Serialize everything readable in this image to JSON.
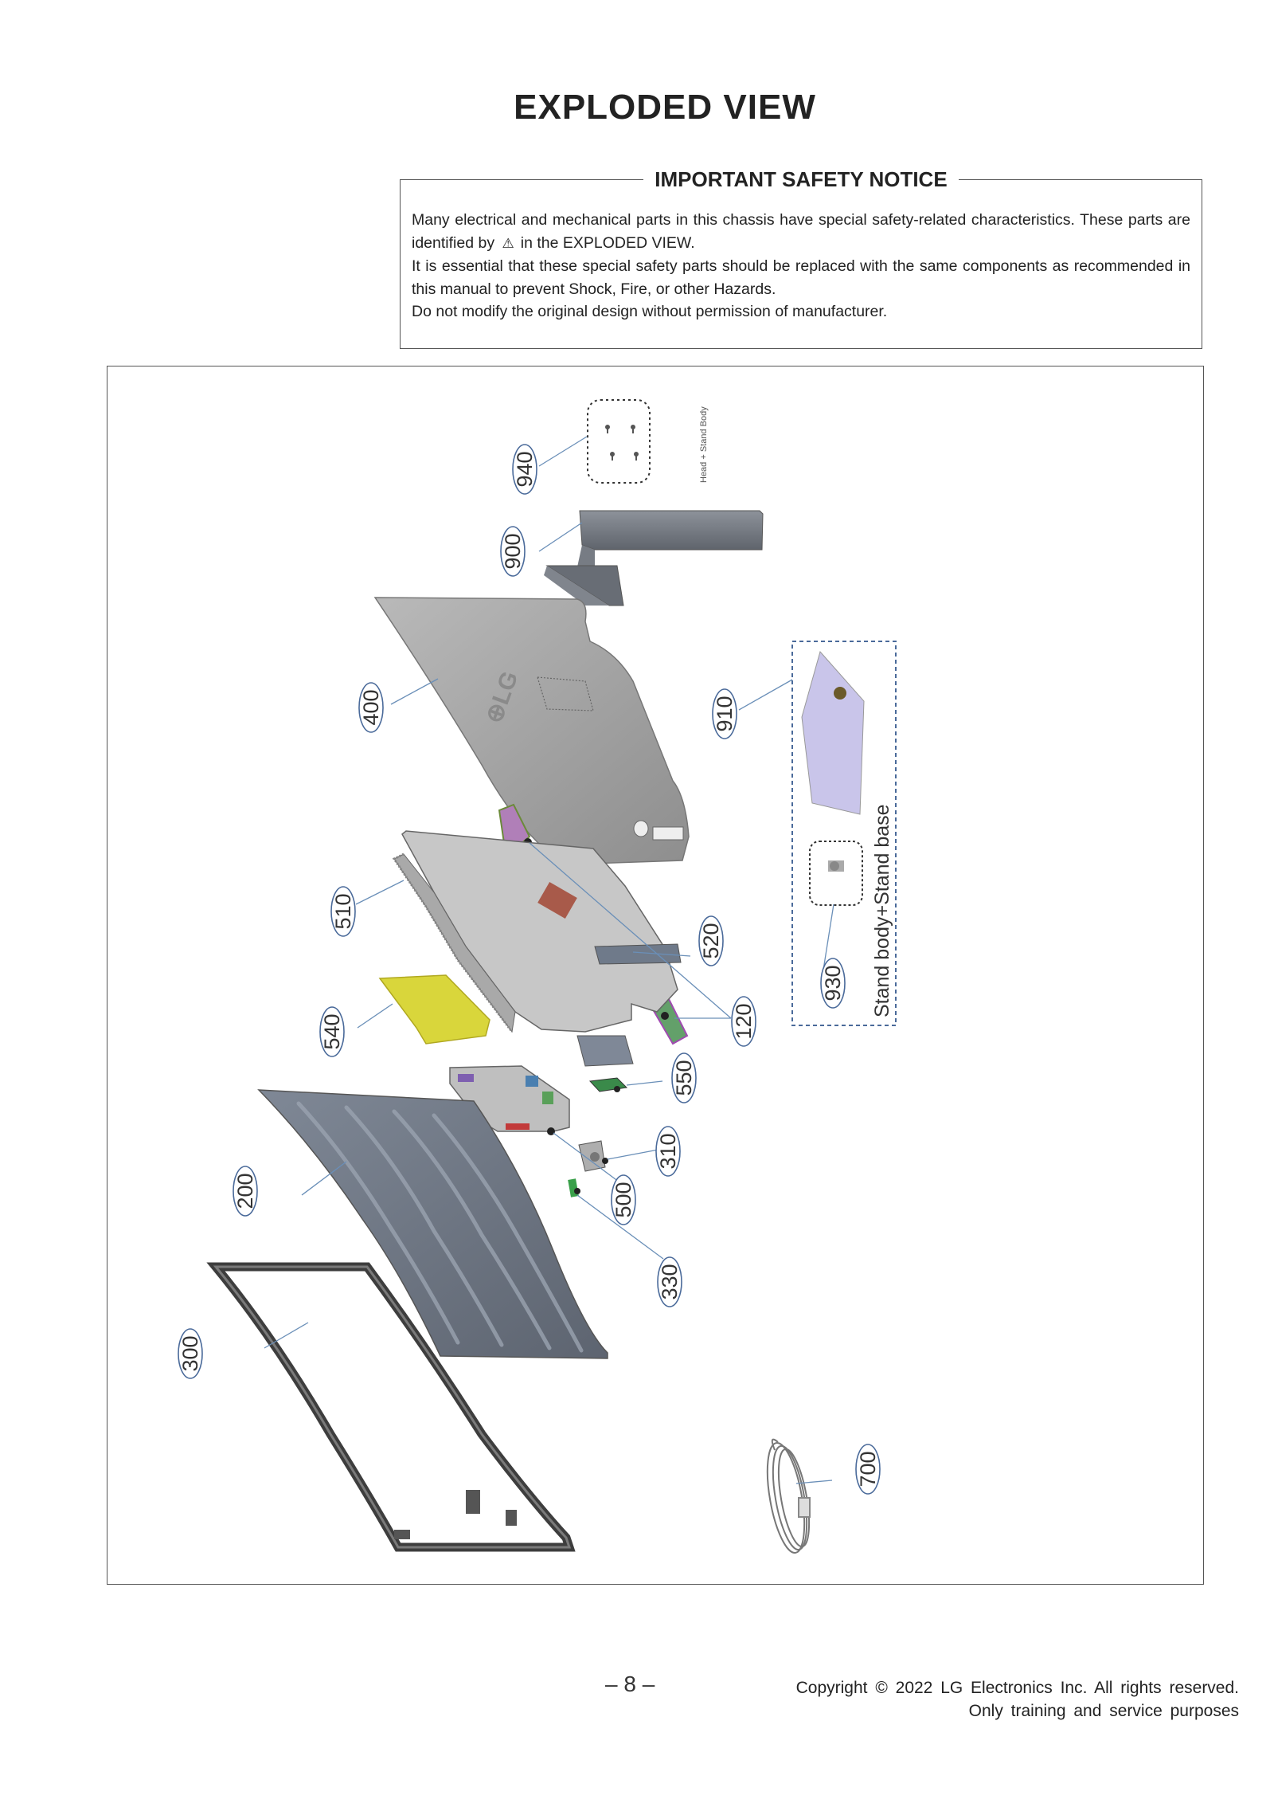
{
  "title": "EXPLODED  VIEW",
  "safety_notice": {
    "title": "IMPORTANT SAFETY NOTICE",
    "line1_before": "Many electrical and mechanical parts in this chassis have special safety-related characteristics. These parts are identified by",
    "line1_after": "in the  EXPLODED VIEW.",
    "line2": "It is essential that these special safety parts should be replaced with the same components as recommended in this manual to prevent Shock, Fire, or other Hazards.",
    "line3": "Do not modify the original design without permission of manufacturer."
  },
  "diagram": {
    "labels": {
      "head_stand_body": "Head  +  Stand Body",
      "stand_body_base": "Stand body+Stand base"
    },
    "callouts": {
      "c940": "940",
      "c900": "900",
      "c400": "400",
      "c910": "910",
      "c510": "510",
      "c520": "520",
      "c540": "540",
      "c120": "120",
      "c930": "930",
      "c550": "550",
      "c310": "310",
      "c200": "200",
      "c500": "500",
      "c330": "330",
      "c300": "300",
      "c700": "700"
    }
  },
  "footer": {
    "page_number": "– 8 –",
    "copyright_line1": "Copyright  ©  2022  LG  Electronics  Inc.  All  rights  reserved.",
    "copyright_line2": "Only  training  and  service  purposes"
  }
}
